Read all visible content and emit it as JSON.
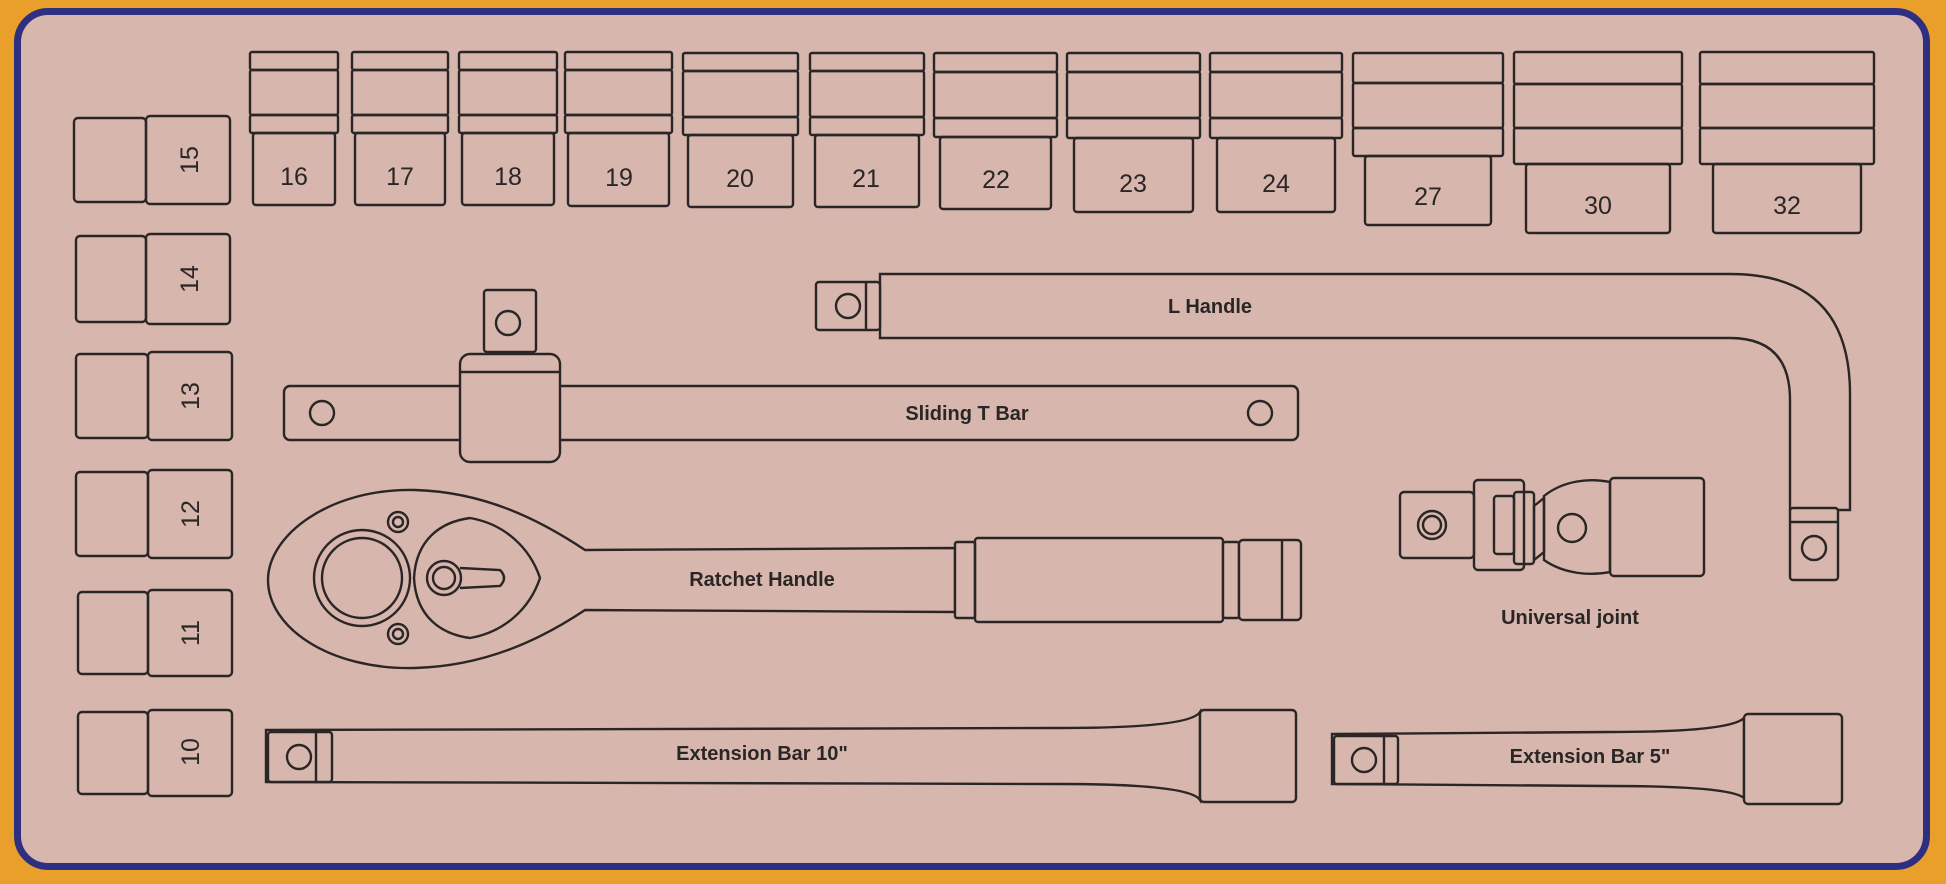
{
  "colors": {
    "frame": "#e9a02a",
    "border": "#2f2f82",
    "panel": "#d7b6ae",
    "outline": "#2b2626"
  },
  "top_sockets": [
    "16",
    "17",
    "18",
    "19",
    "20",
    "21",
    "22",
    "23",
    "24",
    "27",
    "30",
    "32"
  ],
  "side_sockets": [
    "15",
    "14",
    "13",
    "12",
    "11",
    "10"
  ],
  "tools": {
    "l_handle": "L Handle",
    "sliding_t_bar": "Sliding T Bar",
    "ratchet_handle": "Ratchet Handle",
    "universal_joint": "Universal joint",
    "extension_bar_10": "Extension Bar 10\"",
    "extension_bar_5": "Extension Bar 5\""
  }
}
